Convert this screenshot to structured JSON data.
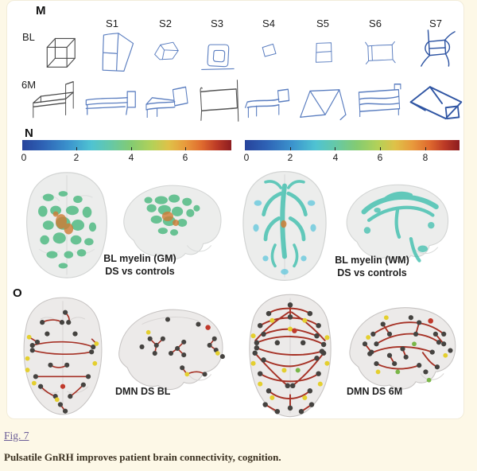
{
  "page": {
    "background_color": "#fdf8e7",
    "figure_background_color": "#ffffff"
  },
  "panel_m": {
    "label": "M",
    "columns": [
      "S1",
      "S2",
      "S3",
      "S4",
      "S5",
      "S6",
      "S7"
    ],
    "rows": [
      "BL",
      "6M"
    ]
  },
  "panel_n": {
    "label": "N",
    "colorbar_left": {
      "ticks": [
        "0",
        "2",
        "4",
        "6"
      ]
    },
    "colorbar_right": {
      "ticks": [
        "0",
        "2",
        "4",
        "6",
        "8"
      ]
    },
    "caption_left_line1": "BL myelin (GM)",
    "caption_left_line2": "DS vs controls",
    "caption_right_line1": "BL myelin (WM)",
    "caption_right_line2": "DS vs controls"
  },
  "panel_o": {
    "label": "O",
    "caption_left": "DMN DS BL",
    "caption_right": "DMN DS 6M"
  },
  "figure_caption": {
    "link_label": "Fig. 7",
    "title": "Pulsatile GnRH improves patient brain connectivity, cognition."
  },
  "colors": {
    "link": "#6a5c96",
    "caption_text": "#3c3222",
    "sketch_blue": "#5b7ec0",
    "sketch_dark_blue": "#2f55a3",
    "sketch_black": "#4a4a4a",
    "overlay_green": "#52bb84",
    "overlay_orange": "#cf7c35",
    "overlay_teal": "#3fbfae",
    "network_red": "#a63226",
    "node_dark": "#454340",
    "node_yellow": "#e4cf2e",
    "colormap": "jet"
  },
  "chart_data": [
    {
      "type": "heatmap",
      "subtype": "colorbar",
      "title": "BL myelin (GM) DS vs controls",
      "colormap": "jet",
      "ticks": [
        0,
        2,
        4,
        6
      ],
      "range": [
        0,
        7.7
      ],
      "orientation": "horizontal"
    },
    {
      "type": "heatmap",
      "subtype": "colorbar",
      "title": "BL myelin (WM) DS vs controls",
      "colormap": "jet",
      "ticks": [
        0,
        2,
        4,
        6,
        8
      ],
      "range": [
        0,
        9.5
      ],
      "orientation": "horizontal"
    }
  ]
}
